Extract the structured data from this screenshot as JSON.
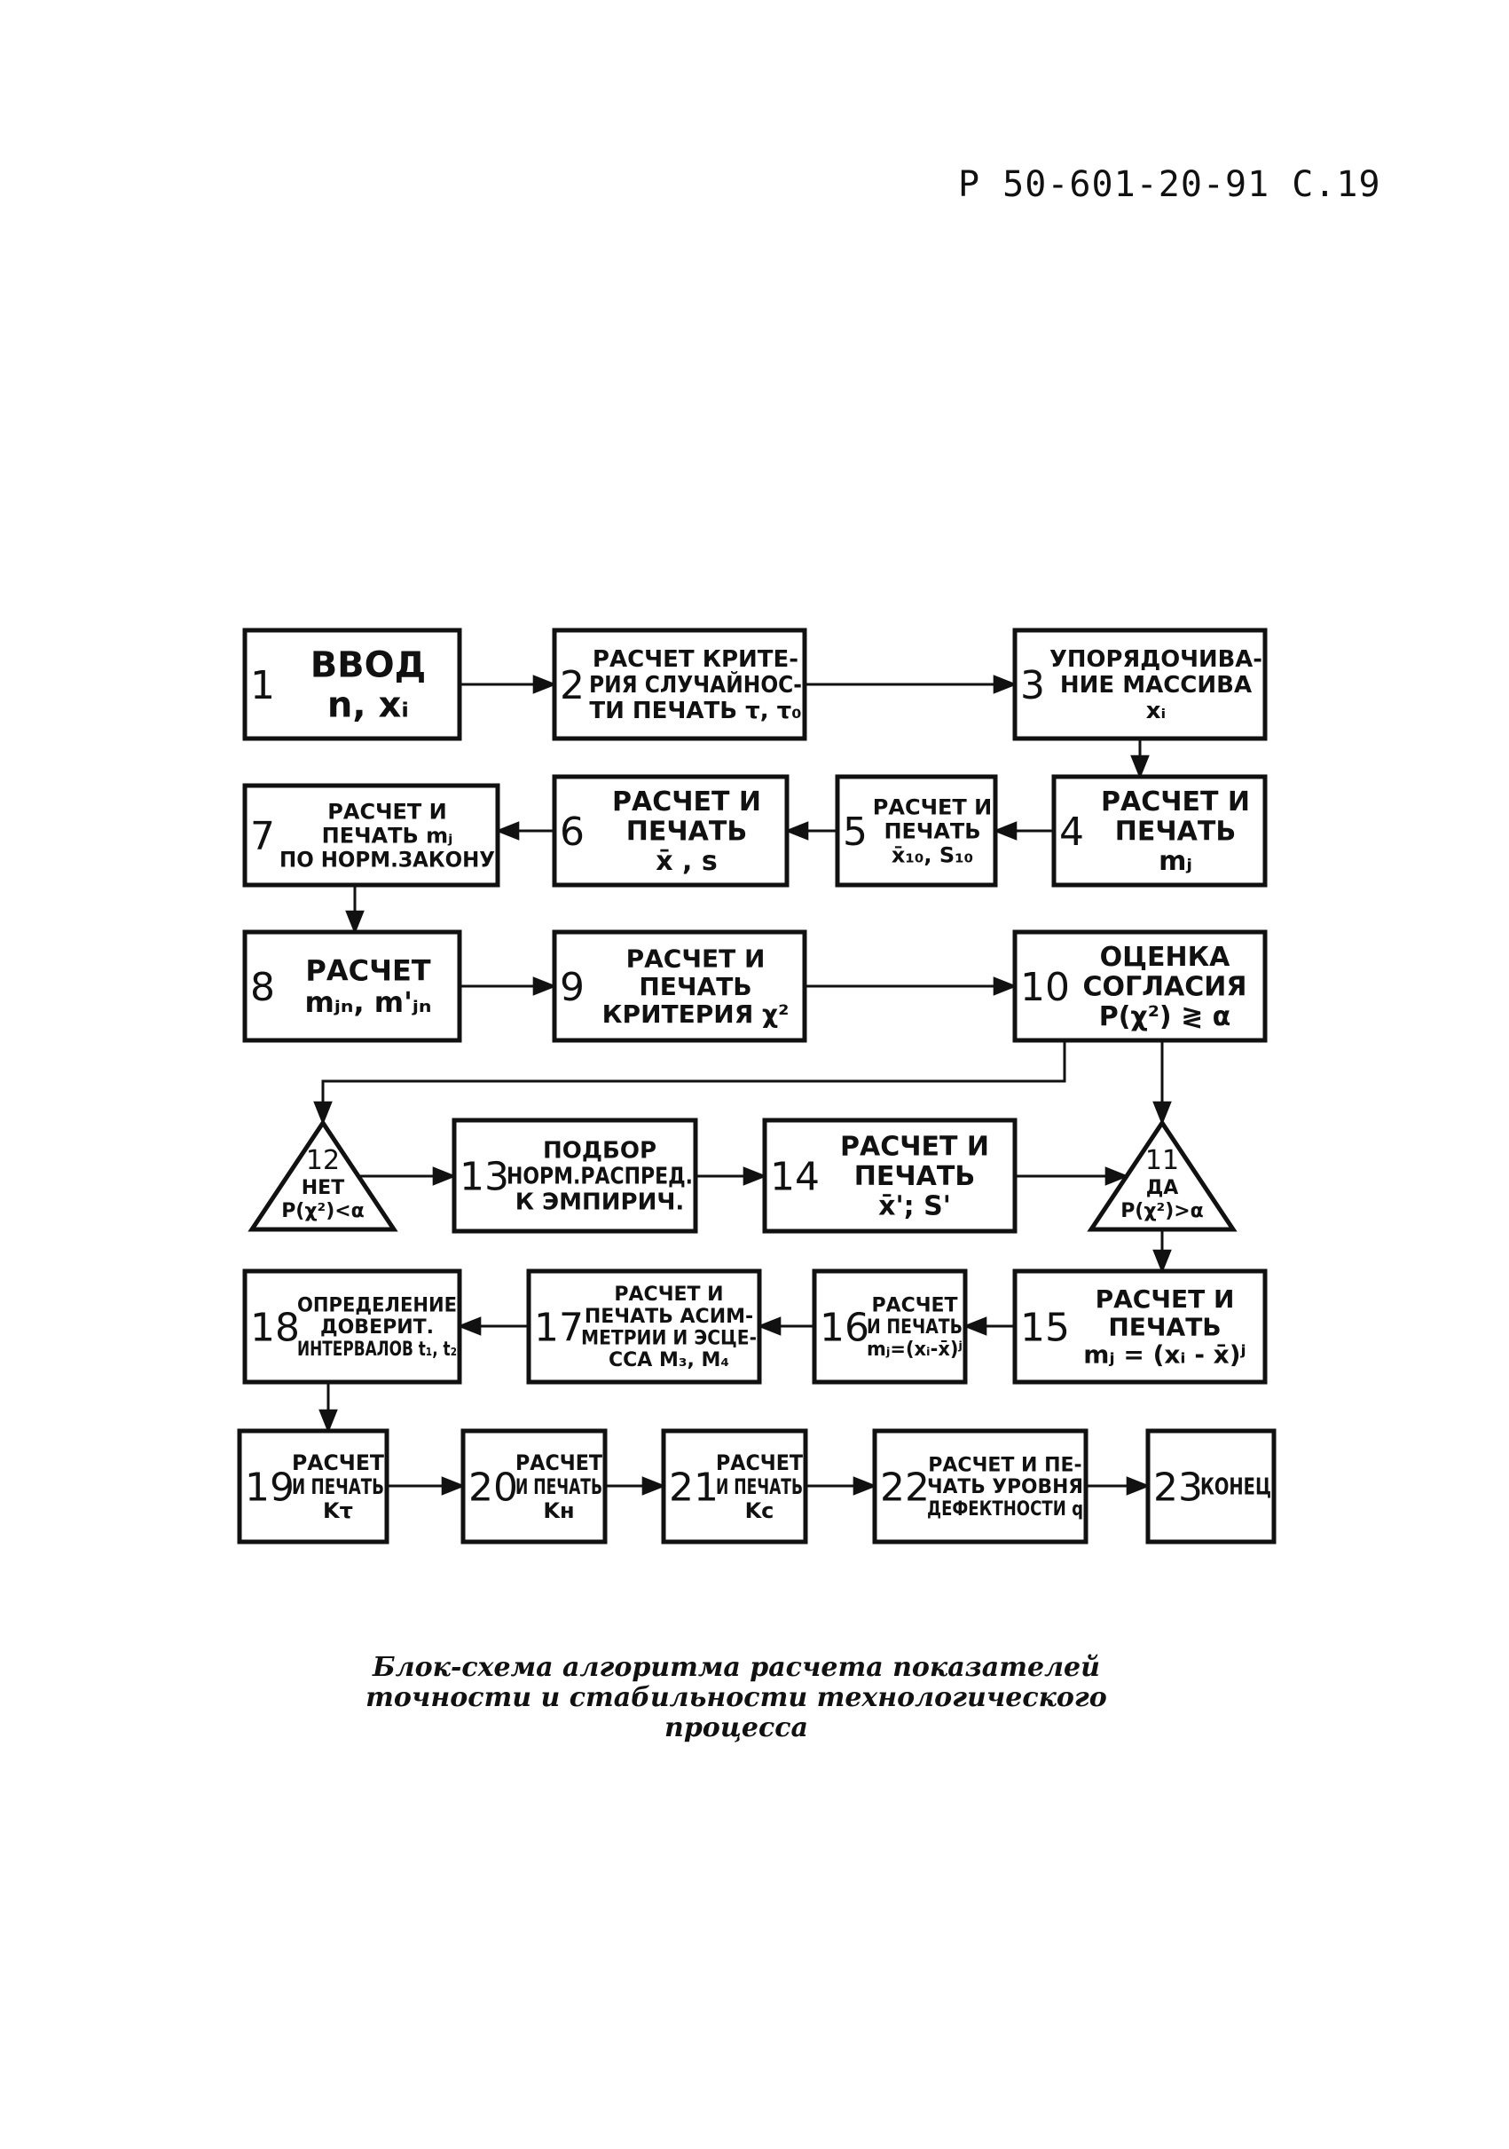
{
  "header": {
    "text": "Р 50-601-20-91  С.19"
  },
  "caption": {
    "lines": [
      "Блок-схема алгоритма расчета показателей",
      "точности и стабильности технологического",
      "процесса"
    ]
  },
  "blocks": [
    {
      "id": "1",
      "num": "1",
      "lines": [
        "ВВОД",
        "n, xᵢ"
      ]
    },
    {
      "id": "2",
      "num": "2",
      "lines": [
        "РАСЧЕТ КРИТЕ-",
        "РИЯ СЛУЧАЙНОС-",
        "ТИ ПЕЧАТЬ τ, τ₀"
      ]
    },
    {
      "id": "3",
      "num": "3",
      "lines": [
        "УПОРЯДОЧИВА-",
        "НИЕ МАССИВА",
        "xᵢ"
      ]
    },
    {
      "id": "4",
      "num": "4",
      "lines": [
        "РАСЧЕТ И",
        "ПЕЧАТЬ",
        "mⱼ"
      ]
    },
    {
      "id": "5",
      "num": "5",
      "lines": [
        "РАСЧЕТ И",
        "ПЕЧАТЬ",
        "x̄₁₀, S₁₀"
      ]
    },
    {
      "id": "6",
      "num": "6",
      "lines": [
        "РАСЧЕТ И",
        "ПЕЧАТЬ",
        "x̄ , s"
      ]
    },
    {
      "id": "7",
      "num": "7",
      "lines": [
        "РАСЧЕТ И",
        "ПЕЧАТЬ mⱼ",
        "ПО НОРМ.ЗАКОНУ"
      ]
    },
    {
      "id": "8",
      "num": "8",
      "lines": [
        "РАСЧЕТ",
        "mⱼₙ, m'ⱼₙ"
      ]
    },
    {
      "id": "9",
      "num": "9",
      "lines": [
        "РАСЧЕТ И",
        "ПЕЧАТЬ",
        "КРИТЕРИЯ χ²"
      ]
    },
    {
      "id": "10",
      "num": "10",
      "lines": [
        "ОЦЕНКА",
        "СОГЛАСИЯ",
        "P(χ²) ≷ α"
      ]
    },
    {
      "id": "12",
      "num": "12",
      "lines": [
        "НЕТ",
        "P(χ²)<α"
      ]
    },
    {
      "id": "13",
      "num": "13",
      "lines": [
        "ПОДБОР",
        "НОРМ.РАСПРЕД.",
        "К ЭМПИРИЧ."
      ]
    },
    {
      "id": "14",
      "num": "14",
      "lines": [
        "РАСЧЕТ И",
        "ПЕЧАТЬ",
        "x̄'; S'"
      ]
    },
    {
      "id": "11",
      "num": "11",
      "lines": [
        "ДА",
        "P(χ²)>α"
      ]
    },
    {
      "id": "18",
      "num": "18",
      "lines": [
        "ОПРЕДЕЛЕНИЕ",
        "ДОВЕРИТ.",
        "ИНТЕРВАЛОВ t₁, t₂"
      ]
    },
    {
      "id": "17",
      "num": "17",
      "lines": [
        "РАСЧЕТ И",
        "ПЕЧАТЬ АСИМ-",
        "МЕТРИИ И ЭСЦЕ-",
        "ССА M₃, M₄"
      ]
    },
    {
      "id": "16",
      "num": "16",
      "lines": [
        "РАСЧЕТ",
        "И ПЕЧАТЬ",
        "mⱼ=(xᵢ-x̄)ʲ"
      ]
    },
    {
      "id": "15",
      "num": "15",
      "lines": [
        "РАСЧЕТ И",
        "ПЕЧАТЬ",
        "mⱼ = (xᵢ - x̄)ʲ"
      ]
    },
    {
      "id": "19",
      "num": "19",
      "lines": [
        "РАСЧЕТ",
        "И ПЕЧАТЬ",
        "Kτ"
      ]
    },
    {
      "id": "20",
      "num": "20",
      "lines": [
        "РАСЧЕТ",
        "И ПЕЧАТЬ",
        "Kн"
      ]
    },
    {
      "id": "21",
      "num": "21",
      "lines": [
        "РАСЧЕТ",
        "И ПЕЧАТЬ",
        "Kс"
      ]
    },
    {
      "id": "22",
      "num": "22",
      "lines": [
        "РАСЧЕТ И ПЕ-",
        "ЧАТЬ УРОВНЯ",
        "ДЕФЕКТНОСТИ q"
      ]
    },
    {
      "id": "23",
      "num": "23",
      "lines": [
        "КОНЕЦ"
      ]
    }
  ]
}
